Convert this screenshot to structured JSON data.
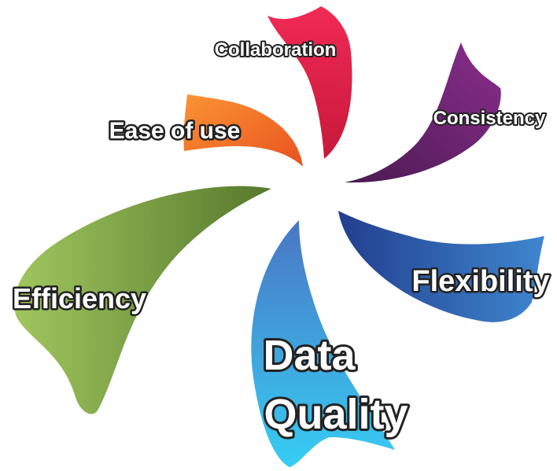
{
  "diagram": {
    "petals": [
      {
        "id": "collaboration",
        "label": "Collaboration",
        "color_start": "#e8204a",
        "color_end": "#c4153a"
      },
      {
        "id": "consistency",
        "label": "Consistency",
        "color_start": "#7a2a80",
        "color_end": "#4b1a55"
      },
      {
        "id": "flexibility",
        "label": "Flexibility",
        "color_start": "#244a9a",
        "color_end": "#3a7cc8"
      },
      {
        "id": "data-quality",
        "label_line1": "Data",
        "label_line2": "Quality",
        "color_start": "#4a7ec8",
        "color_end": "#38c8f0"
      },
      {
        "id": "efficiency",
        "label": "Efficiency",
        "color_start": "#9cc05a",
        "color_end": "#5a8030"
      },
      {
        "id": "ease-of-use",
        "label": "Ease of use",
        "color_start": "#f88a30",
        "color_end": "#e85a20"
      }
    ]
  }
}
